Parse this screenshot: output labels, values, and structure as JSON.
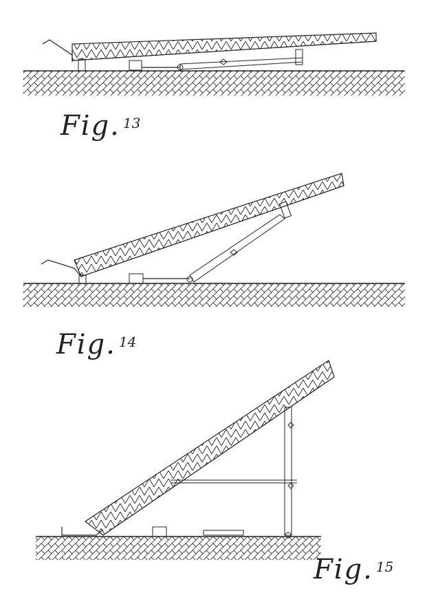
{
  "figures": [
    {
      "label_word": "Fig.",
      "label_num": "13"
    },
    {
      "label_word": "Fig.",
      "label_num": "14"
    },
    {
      "label_word": "Fig.",
      "label_num": "15"
    }
  ],
  "colors": {
    "ink": "#222222",
    "paper": "#ffffff"
  }
}
